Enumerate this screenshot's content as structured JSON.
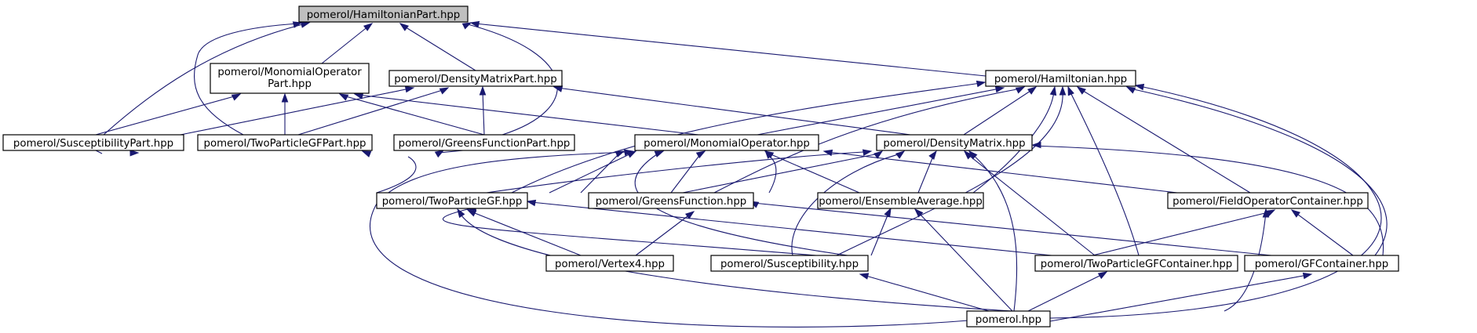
{
  "colors": {
    "edge": "#191970",
    "root_fill": "#bfbfbf",
    "node_fill": "#ffffff",
    "border": "#000000"
  },
  "nodes": [
    {
      "id": "hp",
      "label": [
        "pomerol/HamiltonianPart.hpp"
      ],
      "root": true
    },
    {
      "id": "mop",
      "label": [
        "pomerol/MonomialOperator",
        "Part.hpp"
      ]
    },
    {
      "id": "dmp",
      "label": [
        "pomerol/DensityMatrixPart.hpp"
      ]
    },
    {
      "id": "ham",
      "label": [
        "pomerol/Hamiltonian.hpp"
      ]
    },
    {
      "id": "sp",
      "label": [
        "pomerol/SusceptibilityPart.hpp"
      ]
    },
    {
      "id": "tpp",
      "label": [
        "pomerol/TwoParticleGFPart.hpp"
      ]
    },
    {
      "id": "gfp",
      "label": [
        "pomerol/GreensFunctionPart.hpp"
      ]
    },
    {
      "id": "mo",
      "label": [
        "pomerol/MonomialOperator.hpp"
      ]
    },
    {
      "id": "dm",
      "label": [
        "pomerol/DensityMatrix.hpp"
      ]
    },
    {
      "id": "tpg",
      "label": [
        "pomerol/TwoParticleGF.hpp"
      ]
    },
    {
      "id": "gf",
      "label": [
        "pomerol/GreensFunction.hpp"
      ]
    },
    {
      "id": "ea",
      "label": [
        "pomerol/EnsembleAverage.hpp"
      ]
    },
    {
      "id": "foc",
      "label": [
        "pomerol/FieldOperatorContainer.hpp"
      ]
    },
    {
      "id": "v4",
      "label": [
        "pomerol/Vertex4.hpp"
      ]
    },
    {
      "id": "sus",
      "label": [
        "pomerol/Susceptibility.hpp"
      ]
    },
    {
      "id": "tgc",
      "label": [
        "pomerol/TwoParticleGFContainer.hpp"
      ]
    },
    {
      "id": "gfc",
      "label": [
        "pomerol/GFContainer.hpp"
      ]
    },
    {
      "id": "pom",
      "label": [
        "pomerol.hpp"
      ]
    }
  ]
}
